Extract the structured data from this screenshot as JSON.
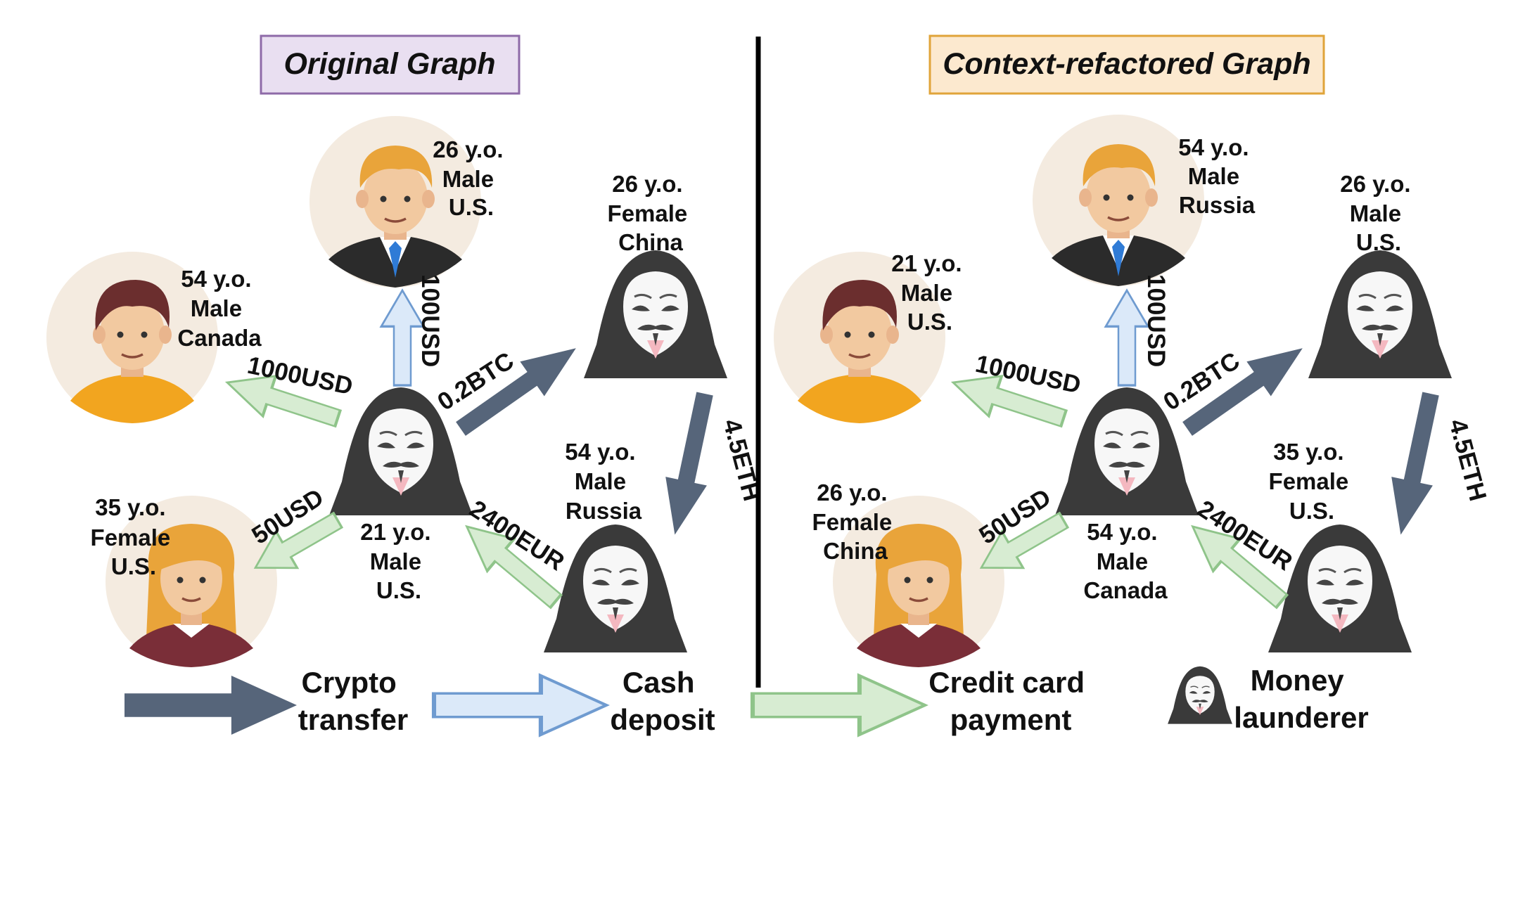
{
  "titles": {
    "original": "Original Graph",
    "refactored": "Context-refactored Graph"
  },
  "colors": {
    "crypto": "#56657a",
    "cash": "#dbe9f9",
    "cash_stroke": "#6f9bd0",
    "card": "#d7ecd2",
    "card_stroke": "#8fc48a",
    "original_box_fill": "#e9dff1",
    "original_box_stroke": "#8e6aa8",
    "refactored_box_fill": "#fce9cf",
    "refactored_box_stroke": "#e0a43a"
  },
  "original": {
    "top_person": [
      "26 y.o.",
      "Male",
      "U.S."
    ],
    "left_person": [
      "54 y.o.",
      "Male",
      "Canada"
    ],
    "bottom_left_person": [
      "35 y.o.",
      "Female",
      "U.S."
    ],
    "center_launderer": [
      "21 y.o.",
      "Male",
      "U.S."
    ],
    "top_right_launderer": [
      "26 y.o.",
      "Female",
      "China"
    ],
    "bottom_right_launderer": [
      "54 y.o.",
      "Male",
      "Russia"
    ],
    "edges": {
      "to_top": "100USD",
      "to_left": "1000USD",
      "to_bottom_left": "50USD",
      "to_top_right": "0.2BTC",
      "right_down": "4.5ETH",
      "from_bottom_right": "2400EUR"
    }
  },
  "refactored": {
    "top_person": [
      "54 y.o.",
      "Male",
      "Russia"
    ],
    "left_person": [
      "21 y.o.",
      "Male",
      "U.S."
    ],
    "bottom_left_person": [
      "26 y.o.",
      "Female",
      "China"
    ],
    "center_launderer": [
      "54 y.o.",
      "Male",
      "Canada"
    ],
    "top_right_launderer": [
      "26 y.o.",
      "Male",
      "U.S."
    ],
    "bottom_right_launderer": [
      "35 y.o.",
      "Female",
      "U.S."
    ],
    "edges": {
      "to_top": "100USD",
      "to_left": "1000USD",
      "to_bottom_left": "50USD",
      "to_top_right": "0.2BTC",
      "right_down": "4.5ETH",
      "from_bottom_right": "2400EUR"
    }
  },
  "legend": {
    "crypto": [
      "Crypto",
      "transfer"
    ],
    "cash": [
      "Cash",
      "deposit"
    ],
    "card": [
      "Credit card",
      "payment"
    ],
    "launderer": [
      "Money",
      "launderer"
    ]
  }
}
